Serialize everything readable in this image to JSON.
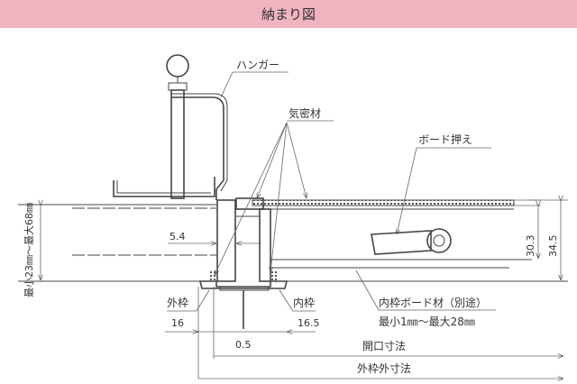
{
  "title": "納まり図",
  "labels": {
    "hanger": "ハンガー",
    "airtight": "気密材",
    "board_holder": "ボード押え",
    "ceiling_range": "最小23㎜～最大68㎜",
    "outer_frame": "外枠",
    "inner_frame": "内枠",
    "inner_board": "内枠ボード材（別途）",
    "inner_board_range": "最小1㎜～最大28㎜",
    "opening_dim": "開口寸法",
    "outer_dim": "外枠外寸法"
  },
  "dimensions": {
    "d54": "5.4",
    "d16": "16",
    "d165": "16.5",
    "d05": "0.5",
    "d303": "30.3",
    "d345": "34.5"
  }
}
